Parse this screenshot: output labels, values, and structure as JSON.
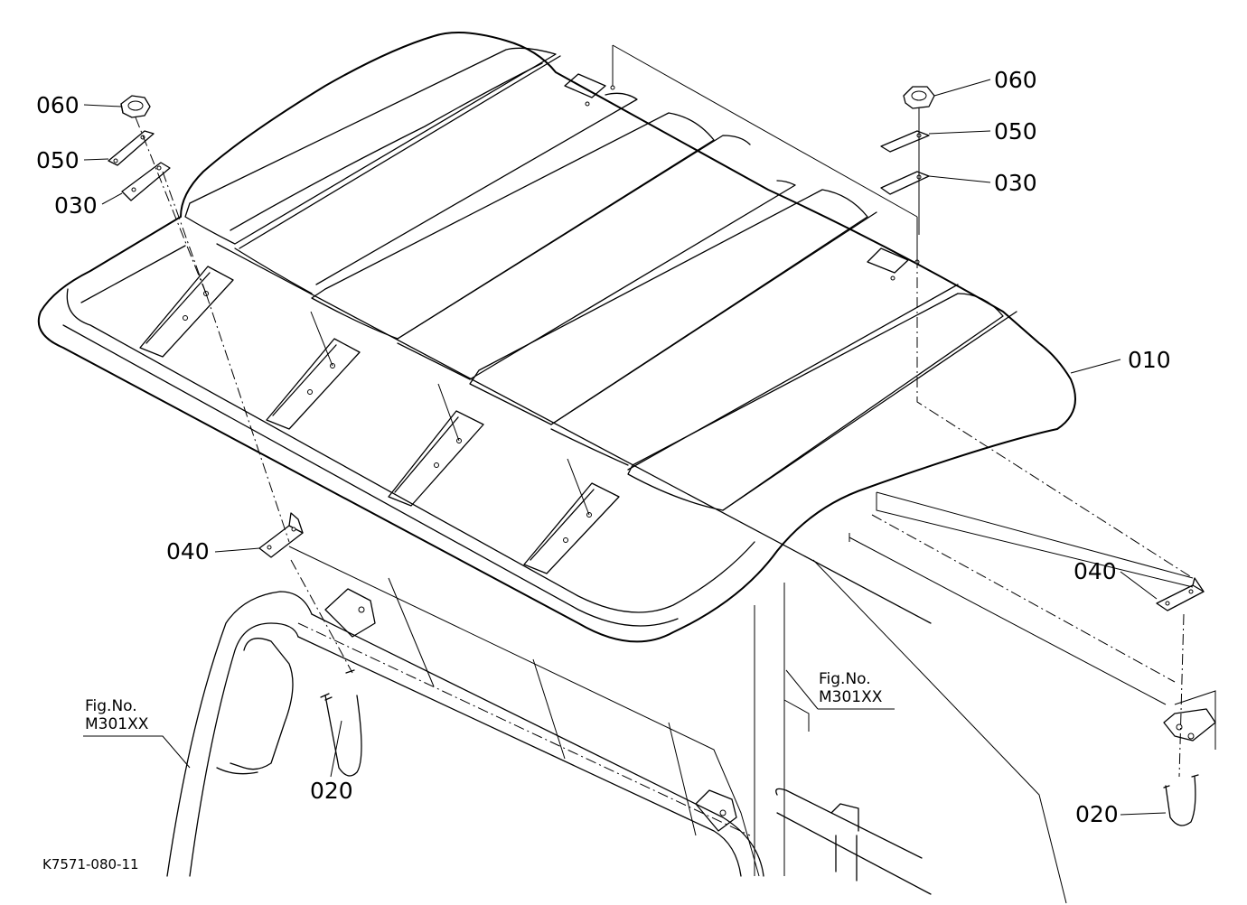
{
  "labels": {
    "p010": "010",
    "p020_left": "020",
    "p020_right": "020",
    "p030_left": "030",
    "p030_right": "030",
    "p040_left": "040",
    "p040_right": "040",
    "p050_left": "050",
    "p050_right": "050",
    "p060_left": "060",
    "p060_right": "060"
  },
  "fig_refs": {
    "left": {
      "line1": "Fig.No.",
      "line2": "M301XX"
    },
    "center": {
      "line1": "Fig.No.",
      "line2": "M301XX"
    }
  },
  "drawing_code": "K7571-080-11"
}
